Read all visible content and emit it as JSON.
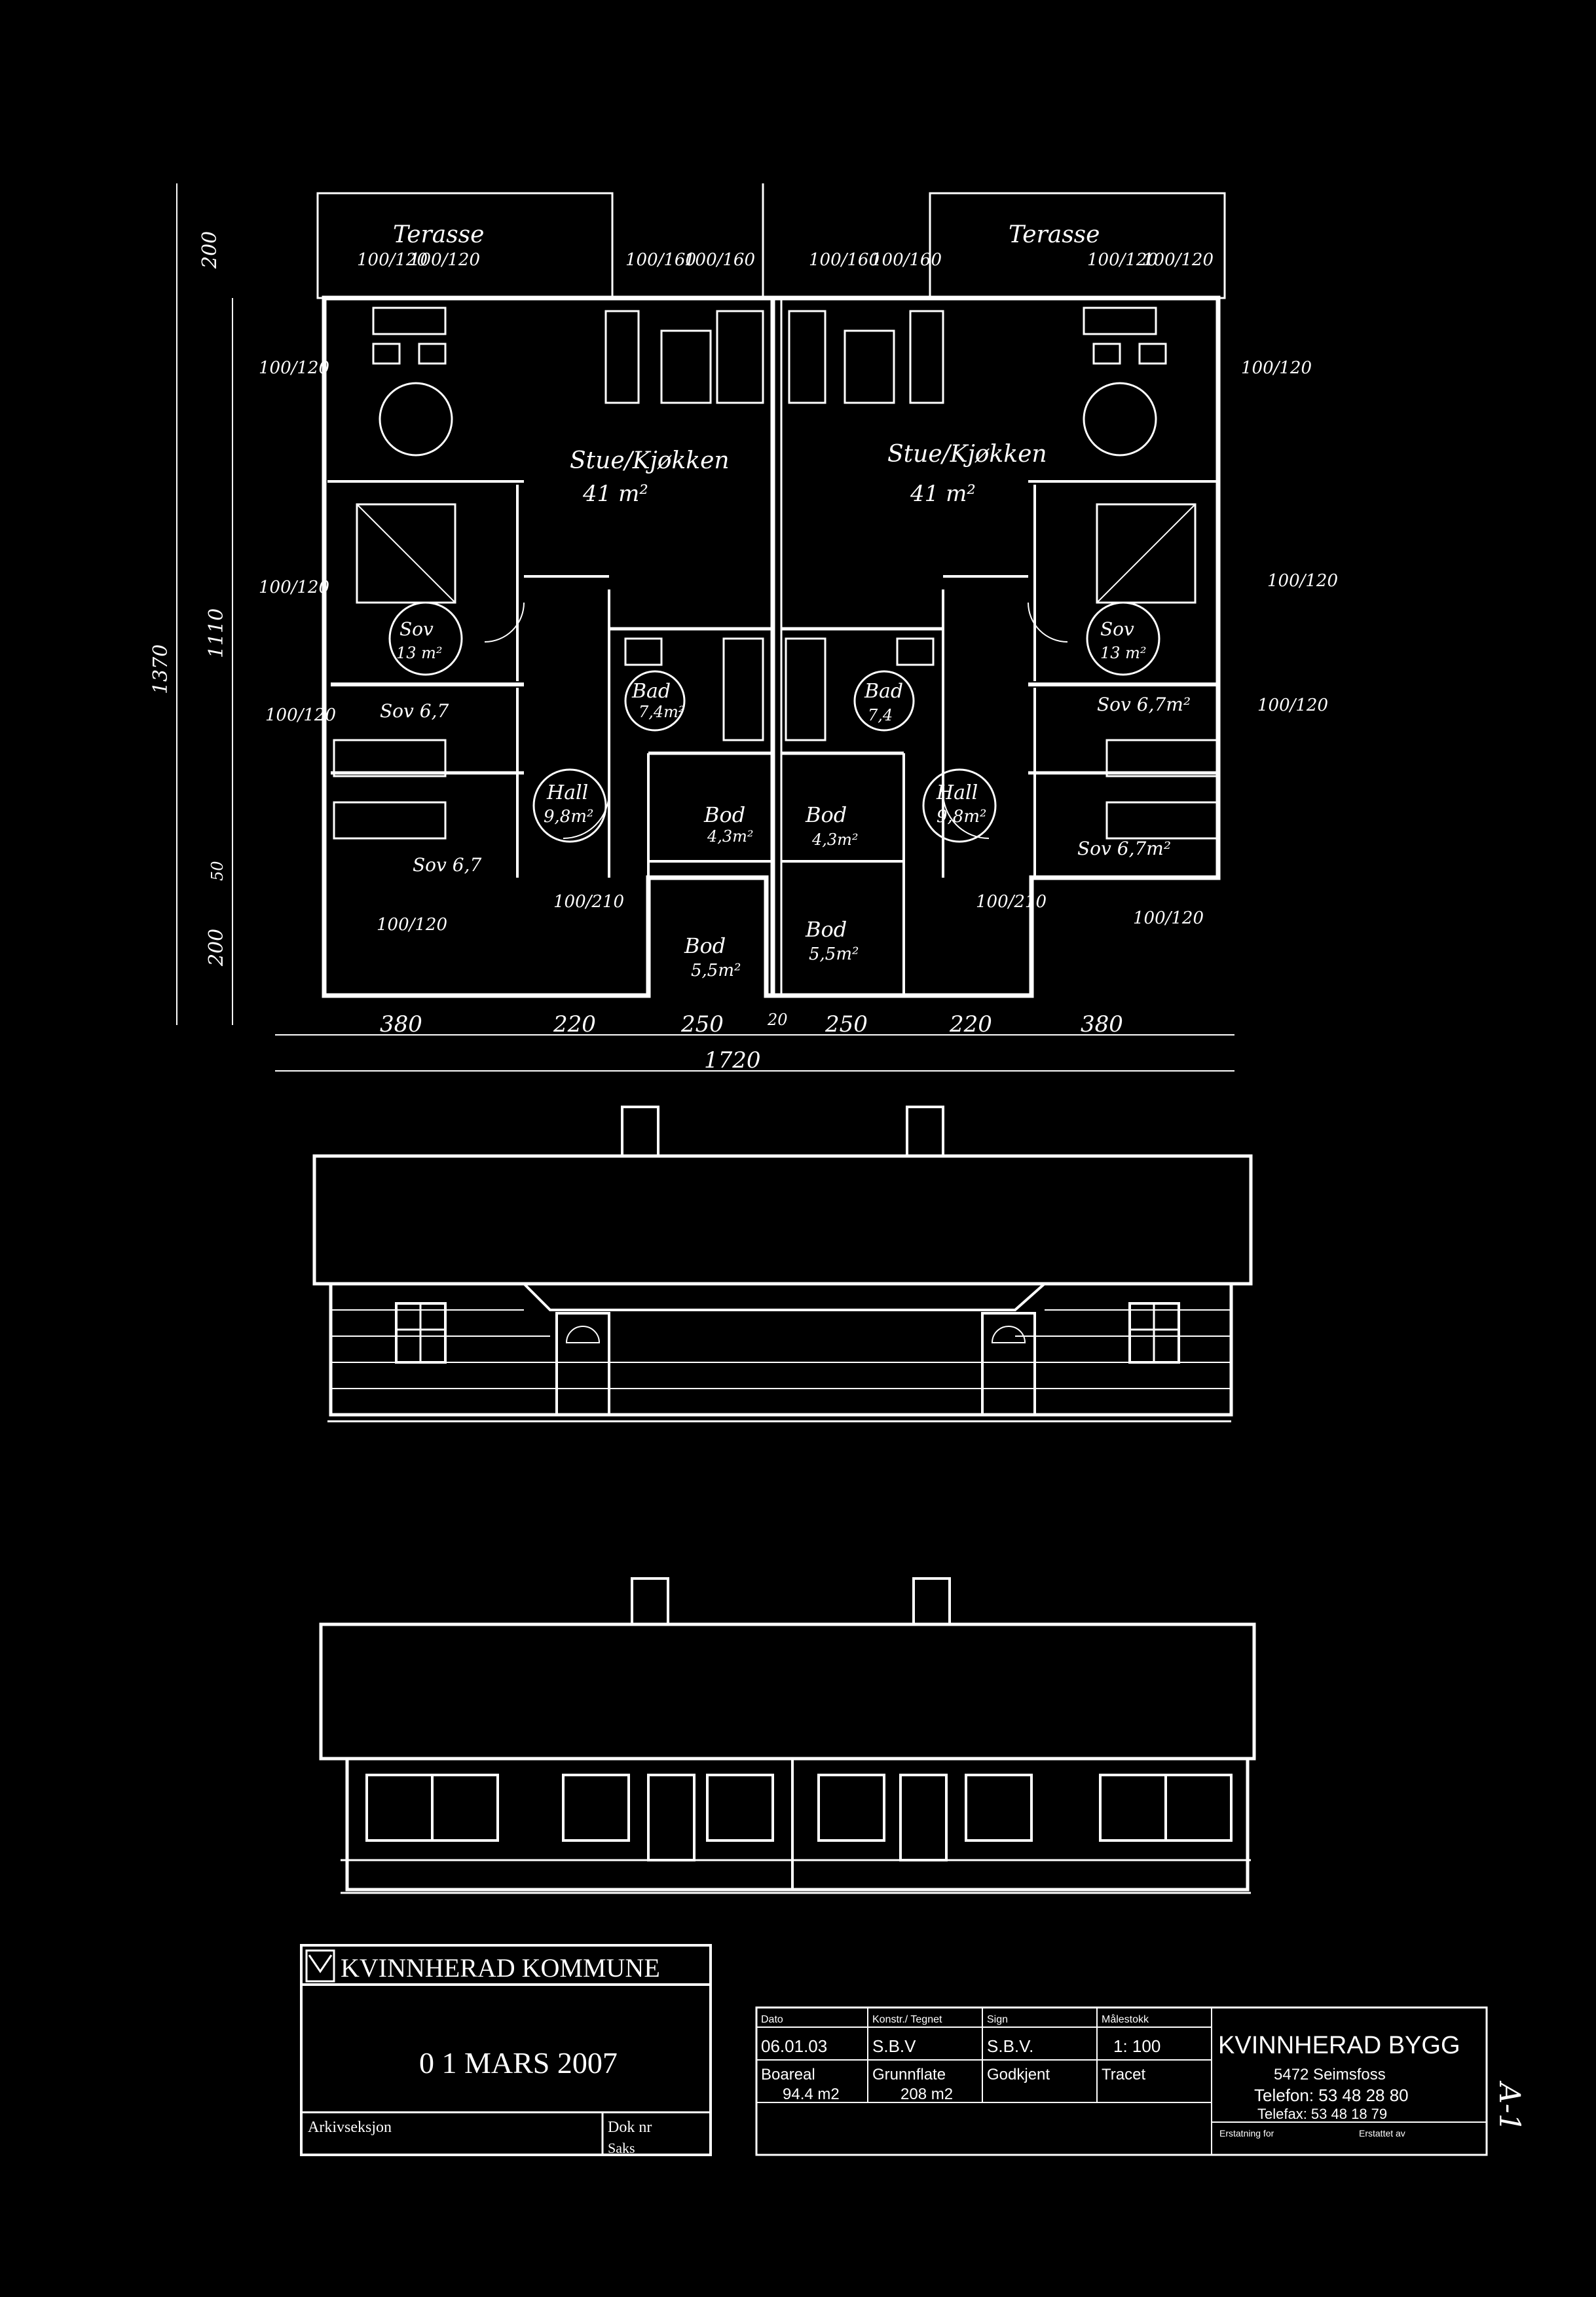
{
  "floor_plan": {
    "terrace_left": "Terasse",
    "terrace_right": "Terasse",
    "window_labels_top": [
      "100/120",
      "100/120",
      "100/160",
      "100/160",
      "100/160",
      "100/160",
      "100/120",
      "100/120"
    ],
    "rooms": {
      "stue_left": "Stue/Kjøkken",
      "stue_left_area": "41 m²",
      "stue_right": "Stue/Kjøkken",
      "stue_right_area": "41 m²",
      "sov_large_left": "Sov",
      "sov_large_left_area": "13 m²",
      "sov_large_right": "Sov",
      "sov_large_right_area": "13 m²",
      "sov_small1_left": "Sov 6,7",
      "sov_small2_left": "Sov 6,7",
      "sov_small1_right": "Sov 6,7m²",
      "sov_small2_right": "Sov 6,7m²",
      "bad_left": "Bad",
      "bad_left_area": "7,4m²",
      "bad_right": "Bad",
      "bad_right_area": "7,4",
      "hall_left": "Hall",
      "hall_left_area": "9,8m²",
      "hall_right": "Hall",
      "hall_right_area": "9,8m²",
      "bod_inner_left": "Bod",
      "bod_inner_left_area": "4,3m²",
      "bod_inner_right": "Bod",
      "bod_inner_right_area": "4,3m²",
      "bod_outer_left": "Bod",
      "bod_outer_left_area": "5,5m²",
      "bod_outer_right": "Bod",
      "bod_outer_right_area": "5,5m²"
    },
    "side_windows": [
      "100/120",
      "100/120",
      "100/120",
      "100/120",
      "100/120",
      "100/120"
    ],
    "door_labels": [
      "100/210",
      "100/210"
    ],
    "bottom_windows": [
      "100/120",
      "100/120"
    ],
    "dim_bottom": [
      "380",
      "220",
      "250",
      "20",
      "250",
      "220",
      "380"
    ],
    "dim_total": "1720",
    "dim_left_vertical": [
      "200",
      "1110",
      "50",
      "200"
    ],
    "dim_left_total": "1370"
  },
  "stamp": {
    "municipality": "KVINNHERAD KOMMUNE",
    "received_date": "0 1 MARS 2007",
    "archive_label": "Arkivseksjon",
    "dok_label": "Dok nr",
    "saks_label": "Saks"
  },
  "title_block": {
    "headers": [
      "Dato",
      "Konstr./ Tegnet",
      "Sign",
      "Målestokk"
    ],
    "values": [
      "06.01.03",
      "S.B.V",
      "S.B.V.",
      "1: 100"
    ],
    "row2_labels": [
      "Boareal",
      "Grunnflate",
      "Godkjent",
      "Tracet"
    ],
    "row2_values": [
      "94.4 m2",
      "208 m2",
      "",
      ""
    ],
    "company": "KVINNHERAD BYGG",
    "address": "5472 Seimsfoss",
    "phone": "Telefon: 53 48 28 80",
    "fax": "Telefax: 53 48 18 79",
    "replaces": "Erstatning for",
    "replaced_by": "Erstattet av",
    "sheet": "A-1"
  },
  "colors": {
    "background": "#000000",
    "lines": "#ffffff"
  }
}
